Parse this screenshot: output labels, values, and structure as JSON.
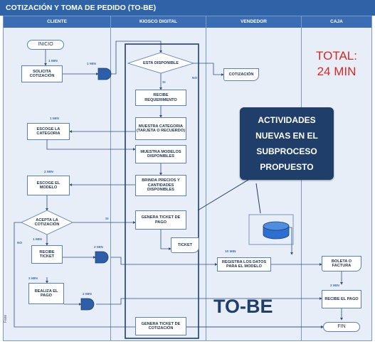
{
  "title": "COTIZACIÓN Y TOMA DE PEDIDO (TO-BE)",
  "lanes": [
    "CLIENTE",
    "KIOSCO DIGITAL",
    "VENDEDOR",
    "CAJA"
  ],
  "nodes": {
    "inicio": "INICIO",
    "solicita": "SOLICITA COTIZACIÓN",
    "esta_disponible": "ESTA DISPONIBLE",
    "cotizacion": "COTIZACIÓN",
    "recibe_req": "RECIBE REQUERIMENTO",
    "muestra_cat": "MUESTRA CATEGORIA (TARJETA O RECUERDO)",
    "escoge_cat": "ESCOGE LA CATEGORIA",
    "muestra_mod": "MUESTRA MODELOS DISPONIBLES",
    "escoge_mod": "ESCOGE EL MODELO",
    "brinda": "BRINDA PRECIOS Y CANTIDADES DISPONIBLES",
    "acepta": "ACEPTA LA COTIZACIÓN",
    "genera_ticket_pago": "GENERA TICKET DE PAGO",
    "ticket": "TICKET",
    "recibe_ticket": "RECIBE TICKET",
    "registra": "REGISTRA LOS DATOS PARA EL MODELO",
    "boleta": "BOLETA O FACTURA",
    "realiza_pago": "REALIZA EL PAGO",
    "recibe_pago": "RECIBE EL PAGO",
    "genera_ticket_cot": "GENERA TICKET DE COTIZACIÓN",
    "fin": "FIN"
  },
  "times": {
    "t_solicita": "1 MIN",
    "t_gate1": "1 MIN",
    "t_escoge_cat": "1 MIN",
    "t_escoge_mod": "2 MIN",
    "t_recibe_ticket": "1 MIN",
    "t_gate2": "2 MIN",
    "t_registra": "10 MIN",
    "t_realiza": "2 MIN",
    "t_gate3": "2 MIN",
    "t_caja": "2 MIN"
  },
  "flow_labels": {
    "no1": "NO",
    "si1": "SI",
    "no2": "NO",
    "si2": "SI"
  },
  "total_label": "TOTAL:",
  "total_value": "24 MIN",
  "callout": "ACTIVIDADES NUEVAS EN EL SUBPROCESO PROPUESTO",
  "big_label": "TO-BE",
  "side_label": "Fase",
  "colors": {
    "header": "#2f63a8",
    "lane_header": "#3a6db3",
    "callout_bg": "#1f3f6a",
    "total_red": "#d92626",
    "highlight_border": "#1f3f6a"
  }
}
